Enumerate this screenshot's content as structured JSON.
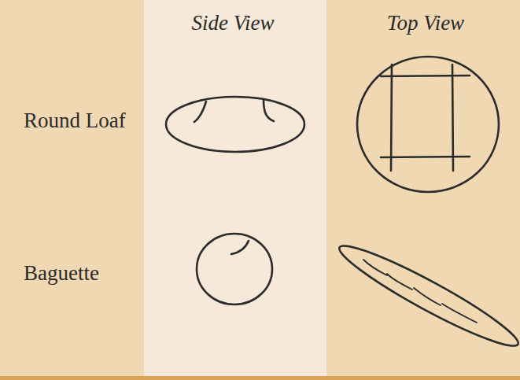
{
  "diagram": {
    "labels": [
      "Side View",
      "Top View",
      "Round Loaf",
      "Baguette"
    ]
  }
}
